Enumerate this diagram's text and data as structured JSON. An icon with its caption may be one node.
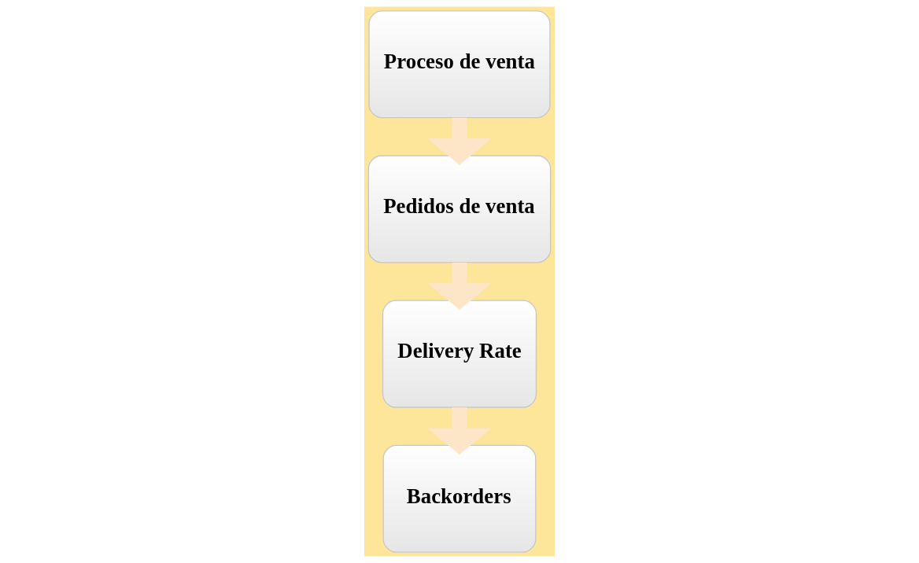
{
  "diagram": {
    "nodes": [
      {
        "text": [
          "Proceso de venta"
        ]
      },
      {
        "text": [
          "Pedidos de venta"
        ]
      },
      {
        "text": [
          "Delivery Rate"
        ]
      },
      {
        "text": [
          "Backorders"
        ]
      }
    ],
    "edges": [
      {
        "from": 0,
        "to": 1,
        "arrow": "to"
      },
      {
        "from": 1,
        "to": 2,
        "arrow": "to"
      },
      {
        "from": 2,
        "to": 3,
        "arrow": "to"
      }
    ]
  }
}
